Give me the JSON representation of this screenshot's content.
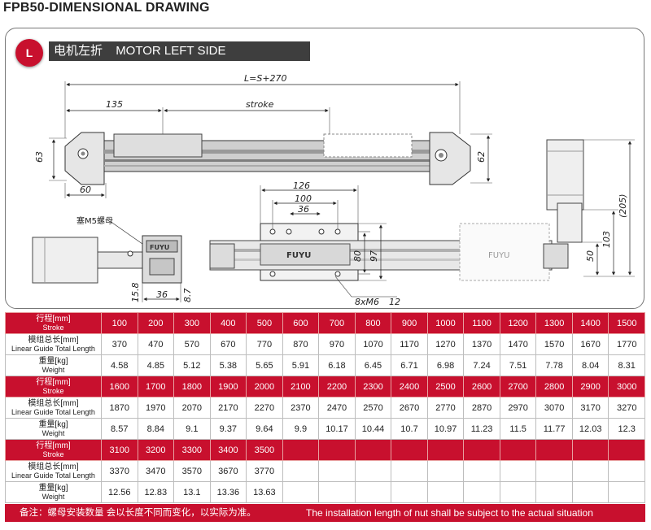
{
  "page_title": "FPB50-DIMENSIONAL DRAWING",
  "badge": "L",
  "section_header": {
    "cn": "电机左折",
    "en": "MOTOR LEFT SIDE"
  },
  "drawing": {
    "overall_length": "L=S+270",
    "offset_135": "135",
    "stroke": "stroke",
    "height_63": "63",
    "width_60": "60",
    "height_62": "62",
    "carriage_126": "126",
    "carriage_100": "100",
    "carriage_36": "36",
    "carriage_80": "80",
    "carriage_97": "97",
    "screw_note": "8xM6",
    "screw_depth": "12",
    "motor_205": "(205)",
    "motor_103": "103",
    "motor_50": "50",
    "plug_note": "塞M5螺母",
    "end_36": "36",
    "end_15_8": "15.8",
    "end_8_7": "8.7"
  },
  "table": {
    "stroke_label": {
      "cn": "行程[mm]",
      "en": "Stroke"
    },
    "length_label": {
      "cn": "模组总长[mm]",
      "en": "Linear Guide Total Length"
    },
    "weight_label": {
      "cn": "重量[kg]",
      "en": "Weight"
    },
    "blocks": [
      {
        "stroke": [
          "100",
          "200",
          "300",
          "400",
          "500",
          "600",
          "700",
          "800",
          "900",
          "1000",
          "1100",
          "1200",
          "1300",
          "1400",
          "1500"
        ],
        "length": [
          "370",
          "470",
          "570",
          "670",
          "770",
          "870",
          "970",
          "1070",
          "1170",
          "1270",
          "1370",
          "1470",
          "1570",
          "1670",
          "1770"
        ],
        "weight": [
          "4.58",
          "4.85",
          "5.12",
          "5.38",
          "5.65",
          "5.91",
          "6.18",
          "6.45",
          "6.71",
          "6.98",
          "7.24",
          "7.51",
          "7.78",
          "8.04",
          "8.31"
        ]
      },
      {
        "stroke": [
          "1600",
          "1700",
          "1800",
          "1900",
          "2000",
          "2100",
          "2200",
          "2300",
          "2400",
          "2500",
          "2600",
          "2700",
          "2800",
          "2900",
          "3000"
        ],
        "length": [
          "1870",
          "1970",
          "2070",
          "2170",
          "2270",
          "2370",
          "2470",
          "2570",
          "2670",
          "2770",
          "2870",
          "2970",
          "3070",
          "3170",
          "3270"
        ],
        "weight": [
          "8.57",
          "8.84",
          "9.1",
          "9.37",
          "9.64",
          "9.9",
          "10.17",
          "10.44",
          "10.7",
          "10.97",
          "11.23",
          "11.5",
          "11.77",
          "12.03",
          "12.3"
        ]
      },
      {
        "stroke": [
          "3100",
          "3200",
          "3300",
          "3400",
          "3500",
          "",
          "",
          "",
          "",
          "",
          "",
          "",
          "",
          "",
          ""
        ],
        "length": [
          "3370",
          "3470",
          "3570",
          "3670",
          "3770",
          "",
          "",
          "",
          "",
          "",
          "",
          "",
          "",
          "",
          ""
        ],
        "weight": [
          "12.56",
          "12.83",
          "13.1",
          "13.36",
          "13.63",
          "",
          "",
          "",
          "",
          "",
          "",
          "",
          "",
          "",
          ""
        ]
      }
    ]
  },
  "footer": {
    "cn": "备注：螺母安装数量 会以长度不同而变化，以实际为准。",
    "en": "The installation length of nut shall be subject to the actual situation"
  },
  "colors": {
    "accent": "#c8102e",
    "header_bg": "#3e3e3e"
  }
}
